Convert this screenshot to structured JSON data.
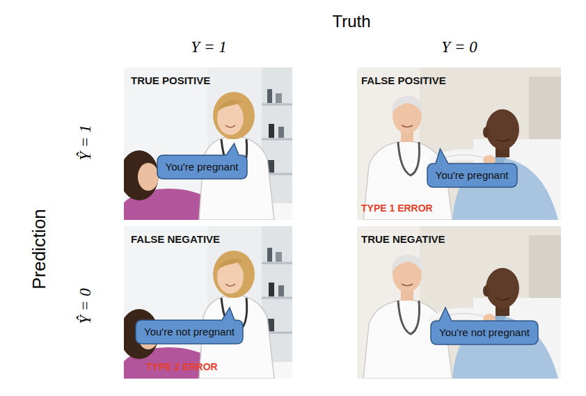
{
  "diagram": {
    "nodes": [
      {
        "text": [
          "TRUE POSITIVE"
        ]
      },
      {
        "text": [
          "You're pregnant"
        ],
        "in": 0
      },
      {
        "text": [
          "FALSE POSITIVE",
          "TYPE 1 ERROR"
        ]
      },
      {
        "text": [
          "You're pregnant"
        ],
        "in": 2
      },
      {
        "text": [
          "FALSE NEGATIVE",
          "TYPE 2 ERROR"
        ]
      },
      {
        "text": [
          "You're not pregnant"
        ],
        "in": 4
      },
      {
        "text": [
          "TRUE NEGATIVE"
        ]
      },
      {
        "text": [
          "You're not pregnant"
        ],
        "in": 6
      }
    ],
    "labels": [
      "Truth",
      "Y = 1",
      "Y = 0",
      "Prediction",
      "Ŷ = 1",
      "Ŷ = 0"
    ]
  }
}
